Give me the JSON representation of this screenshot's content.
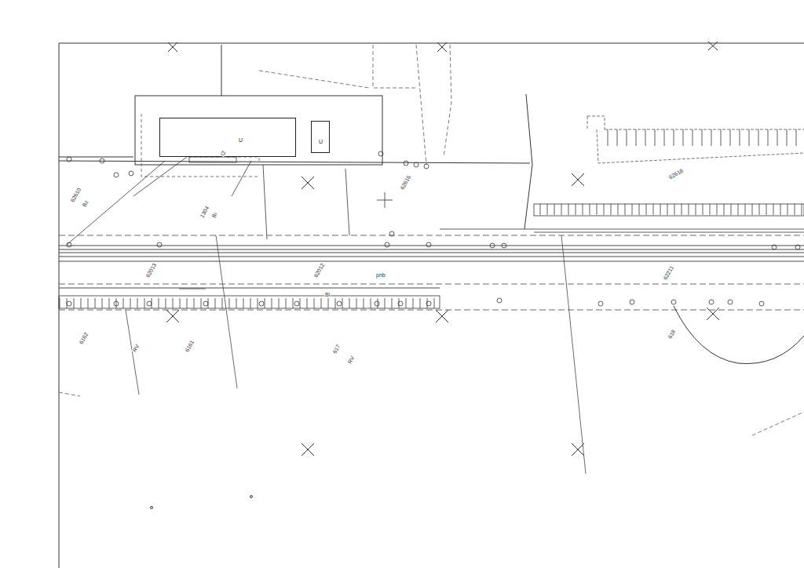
{
  "diagram": {
    "nodes": [
      {
        "text": [
          "U"
        ]
      },
      {
        "text": [
          "U"
        ]
      }
    ],
    "labels": [
      "62610",
      "Bz",
      "I2",
      "1304",
      "Bi",
      "62013",
      "62012",
      "62616",
      "62618",
      "62211",
      "6162",
      "RV",
      "6161",
      "617",
      "RV",
      "618",
      "pnb",
      "Bi"
    ]
  }
}
